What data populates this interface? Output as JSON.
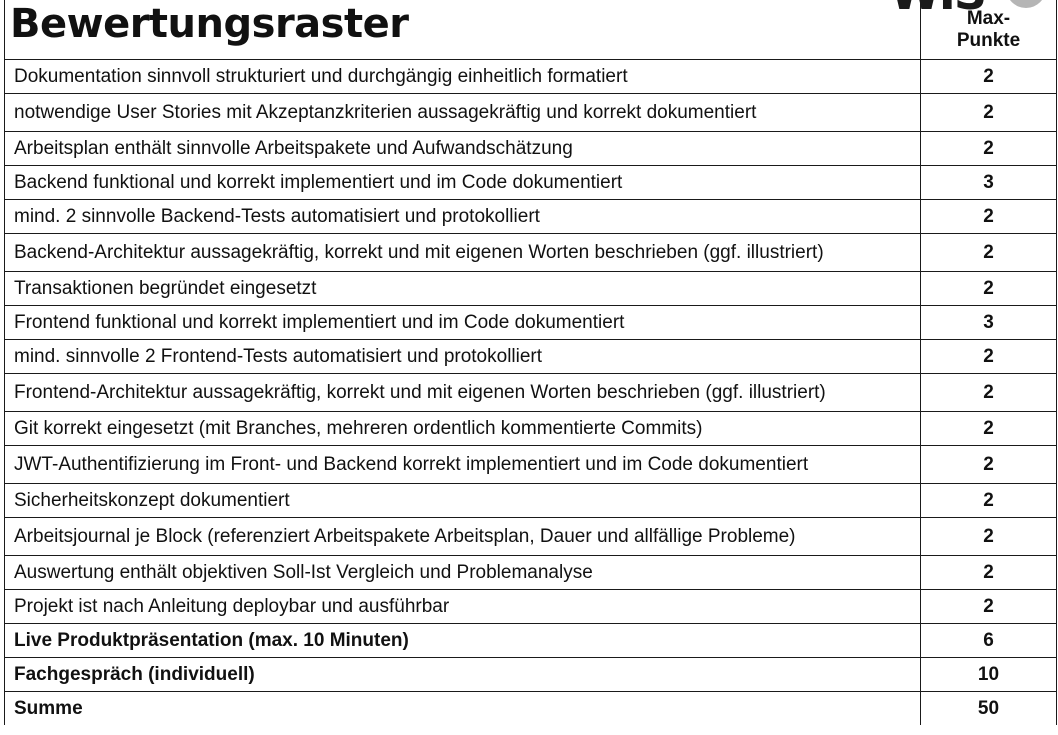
{
  "header": {
    "title": "Bewertungsraster",
    "max_label_line1": "Max-",
    "max_label_line2": "Punkte"
  },
  "rows": [
    {
      "criterion": "Dokumentation sinnvoll strukturiert und durchgängig einheitlich formatiert",
      "points": "2"
    },
    {
      "criterion": "notwendige User Stories mit Akzeptanzkriterien aussagekräftig und korrekt dokumentiert",
      "points": "2"
    },
    {
      "criterion": "Arbeitsplan enthält sinnvolle Arbeitspakete und Aufwandschätzung",
      "points": "2"
    },
    {
      "criterion": "Backend funktional und korrekt implementiert und im Code dokumentiert",
      "points": "3"
    },
    {
      "criterion": "mind. 2 sinnvolle Backend-Tests automatisiert und protokolliert",
      "points": "2"
    },
    {
      "criterion": "Backend-Architektur aussagekräftig, korrekt und mit eigenen Worten beschrieben (ggf. illustriert)",
      "points": "2"
    },
    {
      "criterion": "Transaktionen begründet eingesetzt",
      "points": "2"
    },
    {
      "criterion": "Frontend funktional und korrekt implementiert und im Code dokumentiert",
      "points": "3"
    },
    {
      "criterion": "mind. sinnvolle 2 Frontend-Tests automatisiert und protokolliert",
      "points": "2"
    },
    {
      "criterion": "Frontend-Architektur aussagekräftig, korrekt und mit eigenen Worten beschrieben (ggf. illustriert)",
      "points": "2"
    },
    {
      "criterion": "Git korrekt eingesetzt (mit Branches, mehreren ordentlich kommentierte Commits)",
      "points": "2"
    },
    {
      "criterion": "JWT-Authentifizierung im Front- und Backend korrekt implementiert und im Code dokumentiert",
      "points": "2"
    },
    {
      "criterion": "Sicherheitskonzept dokumentiert",
      "points": "2"
    },
    {
      "criterion": "Arbeitsjournal je Block (referenziert Arbeitspakete Arbeitsplan, Dauer und allfällige Probleme)",
      "points": "2"
    },
    {
      "criterion": "Auswertung enthält objektiven Soll-Ist Vergleich und Problemanalyse",
      "points": "2"
    },
    {
      "criterion": "Projekt ist nach Anleitung deploybar und ausführbar",
      "points": "2"
    },
    {
      "criterion": "Live Produktpräsentation (max. 10 Minuten)",
      "points": "6"
    },
    {
      "criterion": "Fachgespräch (individuell)",
      "points": "10"
    },
    {
      "criterion": "Summe",
      "points": "50"
    }
  ],
  "logo": {
    "text": "WISS"
  }
}
